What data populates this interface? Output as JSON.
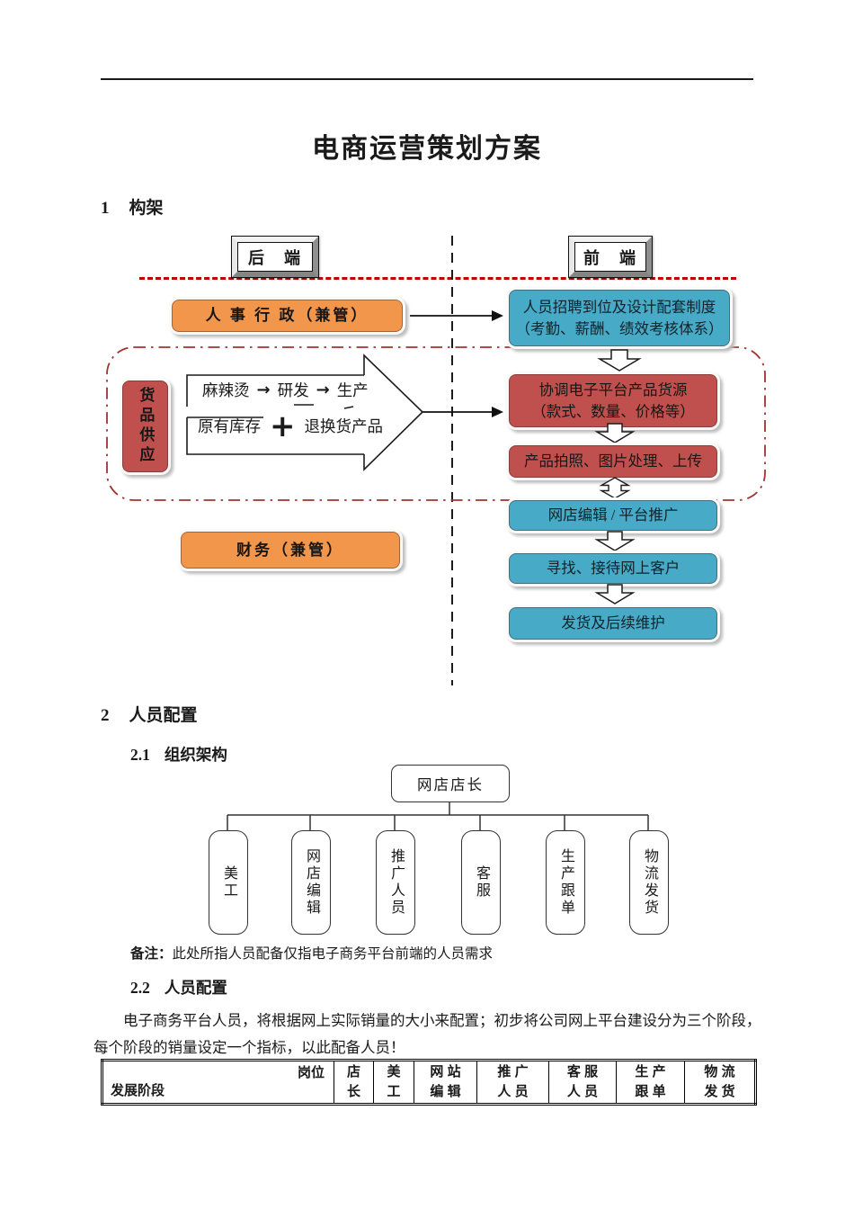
{
  "page": {
    "title": "电商运营策划方案"
  },
  "sections": {
    "s1": {
      "num": "1",
      "label": "构架"
    },
    "s2": {
      "num": "2",
      "label": "人员配置"
    },
    "s21": {
      "num": "2.1",
      "label": "组织架构"
    },
    "s22": {
      "num": "2.2",
      "label": "人员配置"
    }
  },
  "flowchart": {
    "back_label": "后　端",
    "front_label": "前　端",
    "hr_admin": "人 事 行 政（兼管）",
    "recruit_line1": "人员招聘到位及设计配套制度",
    "recruit_line2": "（考勤、薪酬、绩效考核体系）",
    "supply_vertical": "货品供应",
    "row1": {
      "a": "麻辣烫",
      "b": "研发",
      "c": "生产"
    },
    "row2": {
      "a": "原有库存",
      "b": "退换货产品"
    },
    "glyphs": {
      "right_arrow": "→",
      "plus": "+"
    },
    "coordinate_line1": "协调电子平台产品货源",
    "coordinate_line2": "（款式、数量、价格等）",
    "photo": "产品拍照、图片处理、上传",
    "edit": "网店编辑 / 平台推广",
    "customer": "寻找、接待网上客户",
    "ship": "发货及后续维护",
    "finance": "财务（兼管）"
  },
  "orgchart": {
    "root": "网店店长",
    "children": [
      "美工",
      "网店编辑",
      "推广人员",
      "客服",
      "生产跟单",
      "物流发货"
    ]
  },
  "note": {
    "label": "备注：",
    "text": "此处所指人员配备仅指电子商务平台前端的人员需求"
  },
  "paragraph": {
    "line1": "电子商务平台人员，将根据网上实际销量的大小来配置；初步将公司网上平台建设分为三个阶段，",
    "line2": "每个阶段的销量设定一个指标，以此配备人员！"
  },
  "table": {
    "corner": {
      "top_right": "岗位",
      "bottom_left": "发展阶段"
    },
    "columns": [
      [
        "店",
        "长"
      ],
      [
        "美",
        "工"
      ],
      [
        "网 站",
        "编 辑"
      ],
      [
        "推 广",
        "人 员"
      ],
      [
        "客 服",
        "人 员"
      ],
      [
        "生 产",
        "跟 单"
      ],
      [
        "物 流",
        "发 货"
      ]
    ]
  },
  "colors": {
    "orange": "#F2964B",
    "blue": "#47AAC6",
    "red": "#C0504D",
    "dash_red": "#C00000",
    "container_red": "#A0342F"
  }
}
